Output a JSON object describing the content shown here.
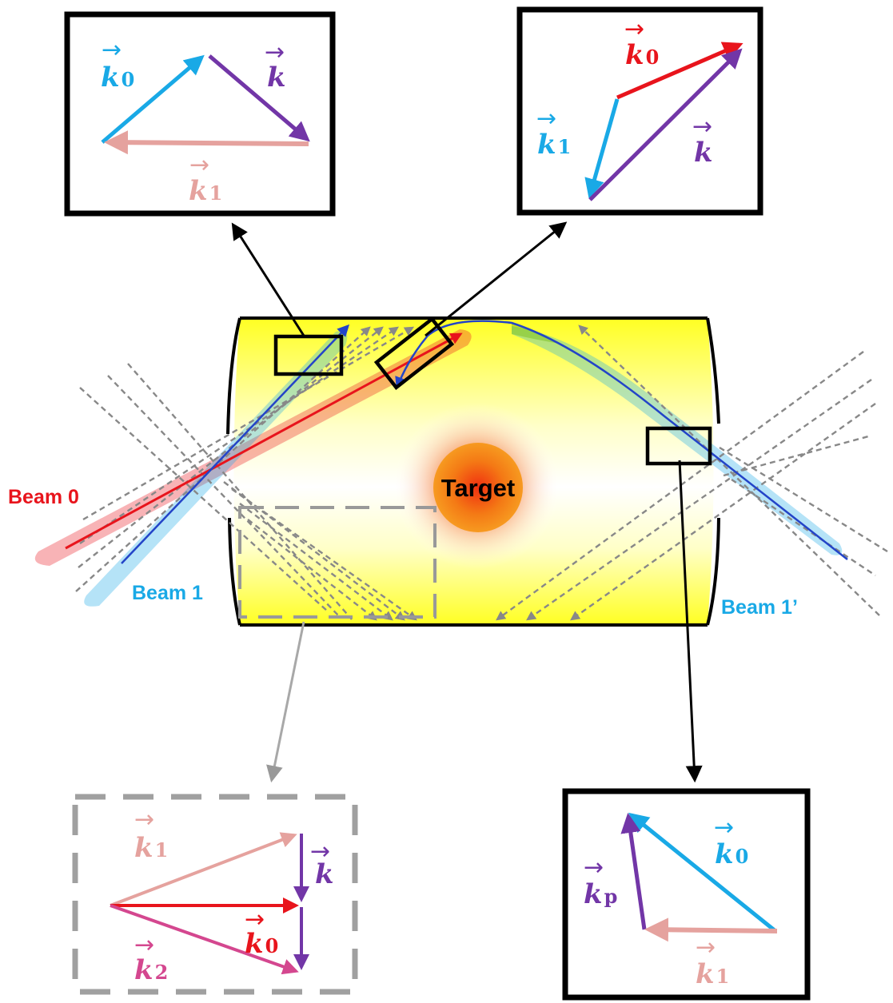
{
  "colors": {
    "red": "#e8141c",
    "cyan": "#19a9e6",
    "purple": "#7236a7",
    "pink": "#e5a29e",
    "magenta": "#d4478f",
    "blue": "#2344c8",
    "grey": "#999999",
    "black": "#000000",
    "target_orange": "#f47a15",
    "cylinder_yellow": "#ffff33"
  },
  "beams": {
    "beam0": "Beam 0",
    "beam1": "Beam 1",
    "beam1p": "Beam 1’"
  },
  "target": "Target",
  "insets": {
    "top_left": {
      "a": "k",
      "a_sub": "0",
      "b": "k",
      "c": "k",
      "c_sub": "1"
    },
    "top_right": {
      "a": "k",
      "a_sub": "0",
      "b": "k",
      "b_sub": "1",
      "c": "k"
    },
    "bottom_left": {
      "a": "k",
      "a_sub": "1",
      "b": "k",
      "c": "k",
      "c_sub": "0",
      "d": "k",
      "d_sub": "2"
    },
    "bottom_right": {
      "a": "k",
      "a_sub": "0",
      "b": "k",
      "b_sub": "p",
      "c": "k",
      "c_sub": "1"
    }
  }
}
